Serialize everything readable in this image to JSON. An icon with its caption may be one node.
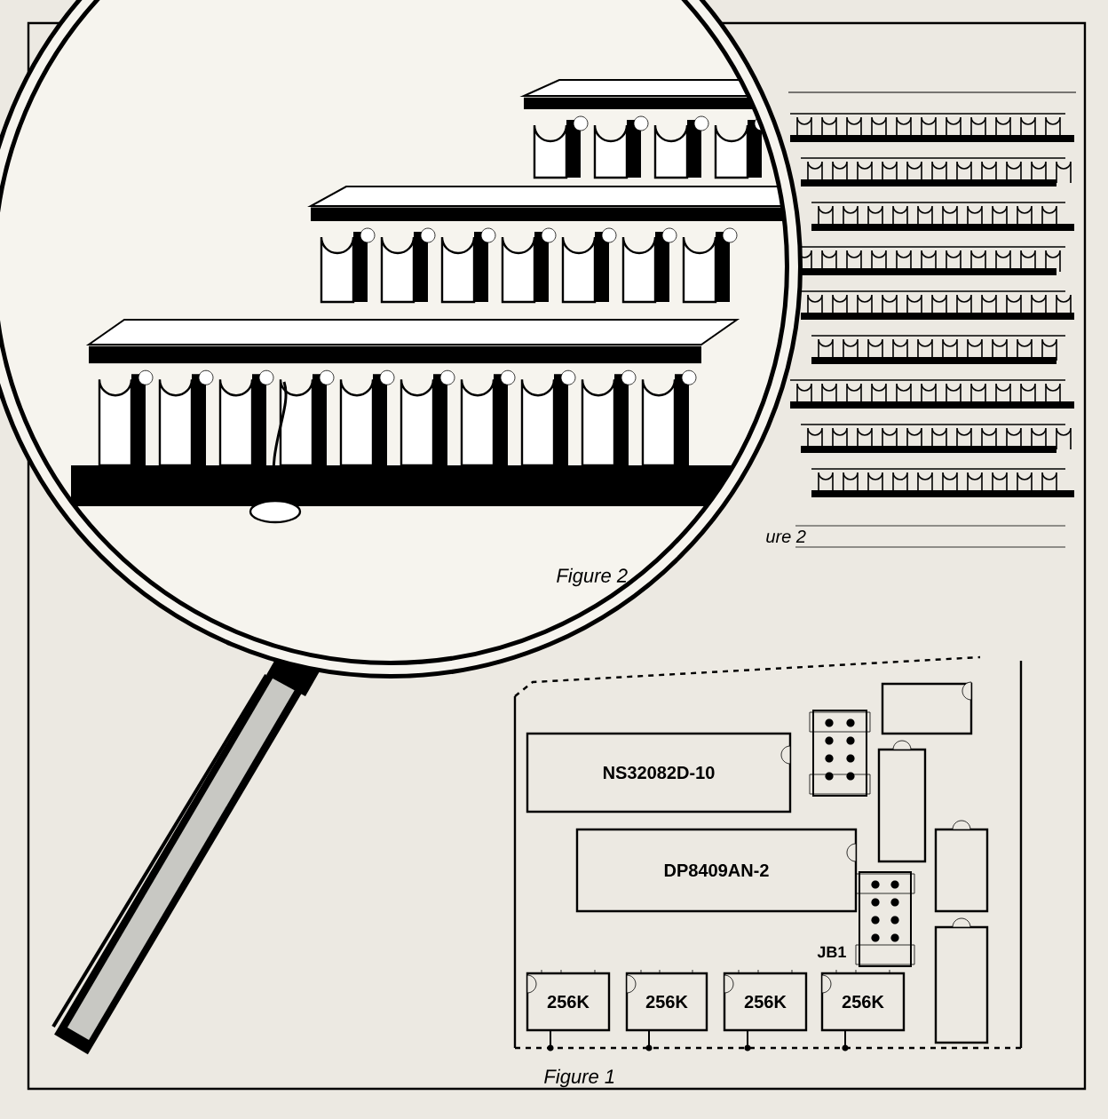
{
  "diagram": {
    "nodes": [
      {
        "text": [
          "NS32082D-10"
        ]
      },
      {
        "text": [],
        "shape": "box"
      },
      {
        "text": [],
        "shape": "box"
      },
      {
        "text": [
          "DP8409AN-2"
        ]
      },
      {
        "text": [],
        "shape": "box"
      },
      {
        "text": [],
        "shape": "box"
      },
      {
        "text": [
          "256K"
        ]
      },
      {
        "text": [
          "256K"
        ]
      },
      {
        "text": [
          "256K"
        ]
      },
      {
        "text": [
          "256K"
        ]
      }
    ],
    "labels": [
      "ure 2",
      "Figure 2",
      "JB1",
      "Figure 1"
    ]
  }
}
